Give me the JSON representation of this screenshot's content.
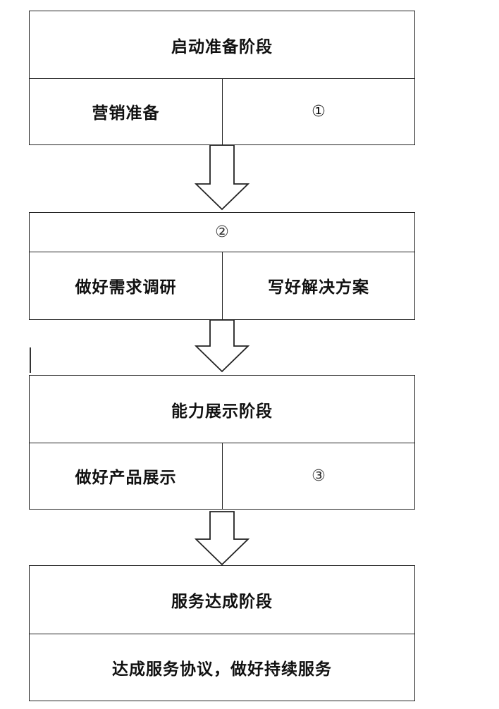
{
  "stage1": {
    "title": "启动准备阶段",
    "left": "营销准备",
    "right": "①"
  },
  "stage2": {
    "title": "②",
    "left": "做好需求调研",
    "right": "写好解决方案"
  },
  "stage3": {
    "title": "能力展示阶段",
    "left": "做好产品展示",
    "right": "③"
  },
  "stage4": {
    "title": "服务达成阶段",
    "full": "达成服务协议，做好持续服务"
  }
}
